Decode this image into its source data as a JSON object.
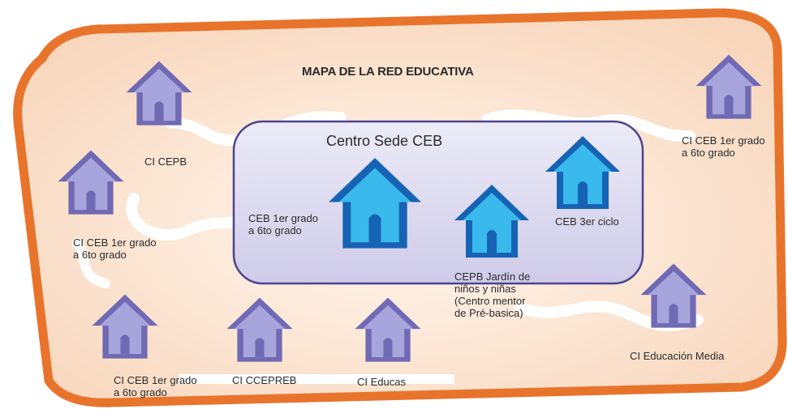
{
  "diagram": {
    "title": "MAPA DE LA RED EDUCATIVA",
    "sede_title": "Centro Sede CEB",
    "colors": {
      "frame_stroke": "#e8742c",
      "frame_fill": "#fbe3cf",
      "sede_fill": "#dedbf0",
      "sede_stroke": "#4b4590",
      "house_purple": "#a8a4dc",
      "house_purple_dark": "#6f6ab3",
      "house_blue": "#39b9ec",
      "house_blue_dark": "#1763b3",
      "path": "#ffffff"
    },
    "sede_nodes": [
      {
        "id": "ceb-1-6",
        "label": "CEB 1er grado\na 6to grado"
      },
      {
        "id": "cepb-jardin",
        "label": "CEPB Jardín de\nniños y niñas\n(Centro mentor\nde Pré-basica)"
      },
      {
        "id": "ceb-3",
        "label": "CEB 3er ciclo"
      }
    ],
    "satellite_nodes": [
      {
        "id": "ci-cepb",
        "label": "CI CEPB"
      },
      {
        "id": "ci-ceb-left",
        "label": "CI CEB 1er grado\na 6to grado"
      },
      {
        "id": "ci-ceb-topright",
        "label": "CI CEB 1er grado\na 6to grado"
      },
      {
        "id": "ci-ceb-bottomleft",
        "label": "CI CEB 1er grado\na 6to grado"
      },
      {
        "id": "ci-cceprep",
        "label": "CI CCEPREB"
      },
      {
        "id": "ci-educas",
        "label": "CI Educas"
      },
      {
        "id": "ci-media",
        "label": "CI Educación Media"
      }
    ]
  }
}
